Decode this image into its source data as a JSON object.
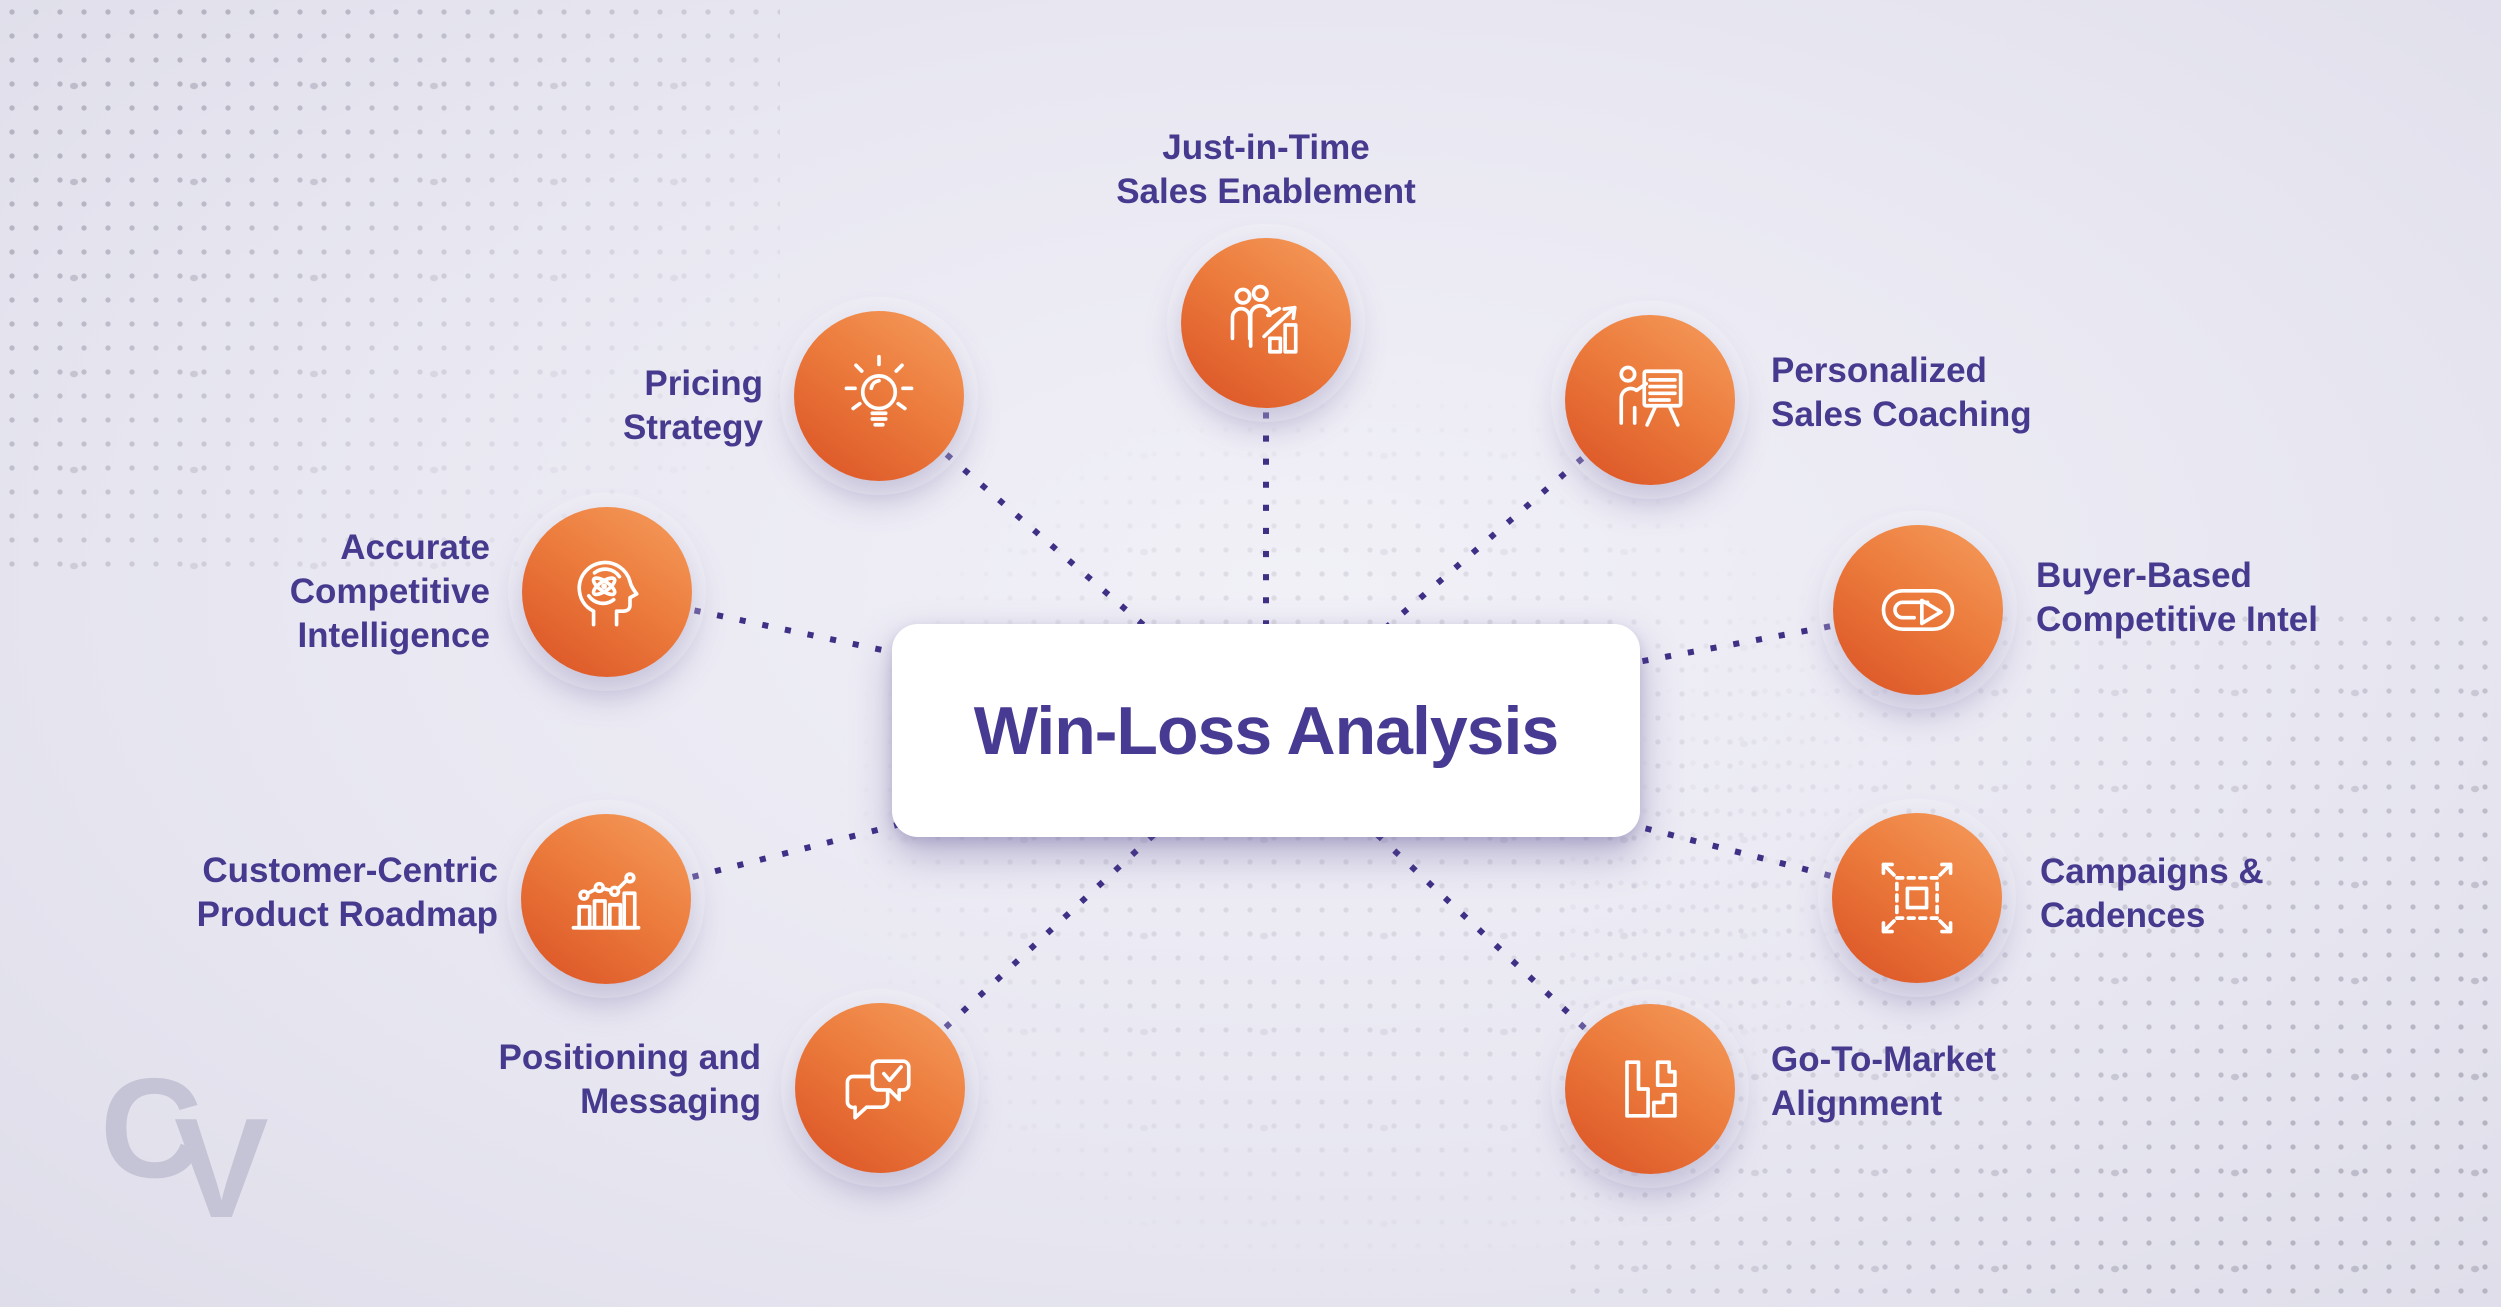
{
  "diagram": {
    "title": "Win-Loss Analysis",
    "watermark": {
      "c": "C",
      "v": "V"
    },
    "colors": {
      "label_text": "#463a8f",
      "title_text": "#473a92",
      "connector_dot": "#3f2f85",
      "circle_gradient_light": "#f59d5d",
      "circle_gradient_dark": "#da5124",
      "background": "#e9e8f2",
      "card_background": "#ffffff",
      "watermark": "#c5c4d6"
    },
    "nodes": [
      {
        "id": "just-in-time-sales-enablement",
        "icon": "team-growth-icon",
        "lines": [
          "Just-in-Time",
          "Sales Enablement"
        ]
      },
      {
        "id": "personalized-sales-coaching",
        "icon": "presenter-board-icon",
        "lines": [
          "Personalized",
          "Sales Coaching"
        ]
      },
      {
        "id": "buyer-based-competitive-intel",
        "icon": "loop-arrow-icon",
        "lines": [
          "Buyer-Based",
          "Competitive Intel"
        ]
      },
      {
        "id": "campaigns-cadences",
        "icon": "expand-square-icon",
        "lines": [
          "Campaigns &",
          "Cadences"
        ]
      },
      {
        "id": "go-to-market-alignment",
        "icon": "fitted-blocks-icon",
        "lines": [
          "Go-To-Market",
          "Alignment"
        ]
      },
      {
        "id": "positioning-and-messaging",
        "icon": "chat-check-icon",
        "lines": [
          "Positioning and",
          "Messaging"
        ]
      },
      {
        "id": "customer-centric-product-roadmap",
        "icon": "trend-bars-icon",
        "lines": [
          "Customer-Centric",
          "Product Roadmap"
        ]
      },
      {
        "id": "accurate-competitive-intelligence",
        "icon": "head-atom-icon",
        "lines": [
          "Accurate",
          "Competitive",
          "Intelligence"
        ]
      },
      {
        "id": "pricing-strategy",
        "icon": "lightbulb-icon",
        "lines": [
          "Pricing",
          "Strategy"
        ]
      }
    ]
  }
}
